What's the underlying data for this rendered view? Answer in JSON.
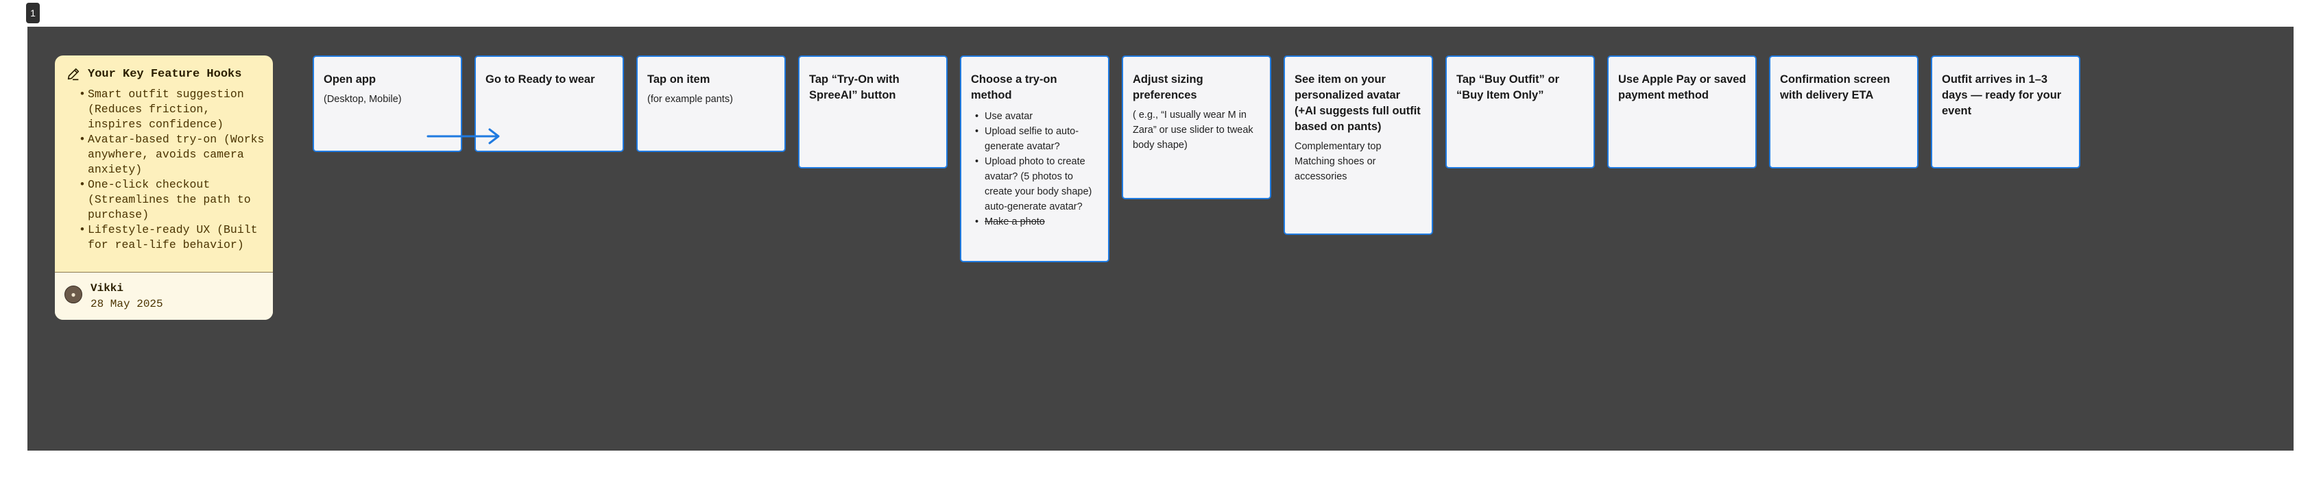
{
  "frame": {
    "label": "1"
  },
  "note": {
    "title": "Your Key Feature Hooks",
    "items": [
      {
        "text": "Smart outfit suggestion (Reduces friction, inspires confidence)"
      },
      {
        "text": "Avatar-based try-on (Works anywhere, avoids camera anxiety)"
      },
      {
        "text": "One-click checkout (Streamlines the path to purchase)"
      },
      {
        "text": "Lifestyle-ready UX (Built for real-life behavior)"
      }
    ],
    "author": "Vikki",
    "date": "28 May 2025",
    "icon": "pencil-icon",
    "color": "#fdf0bd"
  },
  "steps": [
    {
      "title": "Open app",
      "sub": "(Desktop, Mobile)"
    },
    {
      "title": "Go to Ready to wear"
    },
    {
      "title": "Tap on item",
      "sub": "(for example pants)"
    },
    {
      "title": "Tap “Try-On with SpreeAI” button"
    },
    {
      "title": "Choose a try-on method",
      "items": [
        {
          "text": "Use avatar"
        },
        {
          "text": "Upload selfie to auto-generate avatar?"
        },
        {
          "text": "Upload photo to create avatar? (5 photos to create your body shape) auto-generate avatar?"
        },
        {
          "text": "Make a photo",
          "strike": true
        }
      ]
    },
    {
      "title": "Adjust sizing preferences",
      "sub": "( e.g., “I usually wear M in Zara” or use slider to tweak body shape)"
    },
    {
      "title": "See item on your personalized avatar (+AI suggests full outfit based on pants)",
      "sub": "Complementary top Matching shoes or accessories"
    },
    {
      "title": "Tap “Buy Outfit” or “Buy Item Only”"
    },
    {
      "title": "Use Apple Pay or saved payment method"
    },
    {
      "title": "Confirmation screen with delivery ETA"
    },
    {
      "title": "Outfit arrives in 1–3 days — ready for your event"
    }
  ],
  "colors": {
    "canvas": "#444444",
    "step_border": "#1f7ae0",
    "step_fill": "#f5f5f7",
    "arrow": "#1f7ae0"
  }
}
